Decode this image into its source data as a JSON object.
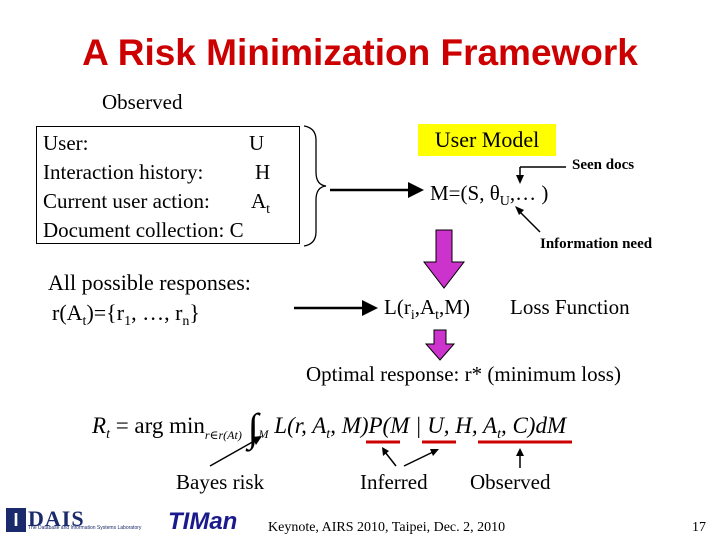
{
  "title": "A Risk Minimization Framework",
  "observed_label": "Observed",
  "observed_box": {
    "user_label": "User:",
    "user_value": "U",
    "history_label": "Interaction history:",
    "history_value": "H",
    "action_label": "Current user action:",
    "action_value": "A",
    "action_sub": "t",
    "collection_label": "Document collection:",
    "collection_value": "C"
  },
  "responses": {
    "line1": "All possible responses:",
    "line2_prefix": "r(A",
    "line2_sub1": "t",
    "line2_mid": ")={r",
    "line2_sub2": "1",
    "line2_mid2": ", …, r",
    "line2_sub3": "n",
    "line2_end": "}"
  },
  "user_model": {
    "label": "User Model",
    "formula_prefix": "M=(S, θ",
    "formula_sub": "U",
    "formula_end": ",… )",
    "seen_docs": "Seen docs",
    "information_need": "Information need"
  },
  "loss": {
    "prefix": "L(r",
    "sub1": "i",
    "mid": ",A",
    "sub2": "t",
    "end": ",M)",
    "label": "Loss Function"
  },
  "optimal": "Optimal response: r* (minimum loss)",
  "equation": {
    "lhs": "R",
    "lhs_sub": "t",
    "argmin": "= arg min",
    "argmin_sub": "r∈r(A",
    "argmin_sub_t": "t",
    "argmin_sub_end": ")",
    "integral": "∫",
    "integral_sub": "M",
    "body": "L(r, A",
    "body_t": "t",
    "body2": ", M)P(M | U, H, A",
    "body_t2": "t",
    "body3": ", C)dM"
  },
  "annotations": {
    "bayes_risk": "Bayes risk",
    "inferred": "Inferred",
    "observed": "Observed"
  },
  "footer": {
    "citation": "Keynote, AIRS 2010, Taipei, Dec. 2, 2010",
    "page_number": "17",
    "logo1_letters": "DAIS",
    "logo1_caption": "The Database and Information Systems Laboratory",
    "logo2": "TIMan"
  },
  "colors": {
    "title": "#cc0000",
    "highlight": "#ffff00",
    "arrow_fill": "#cc33cc",
    "underline": "#cc0000"
  }
}
